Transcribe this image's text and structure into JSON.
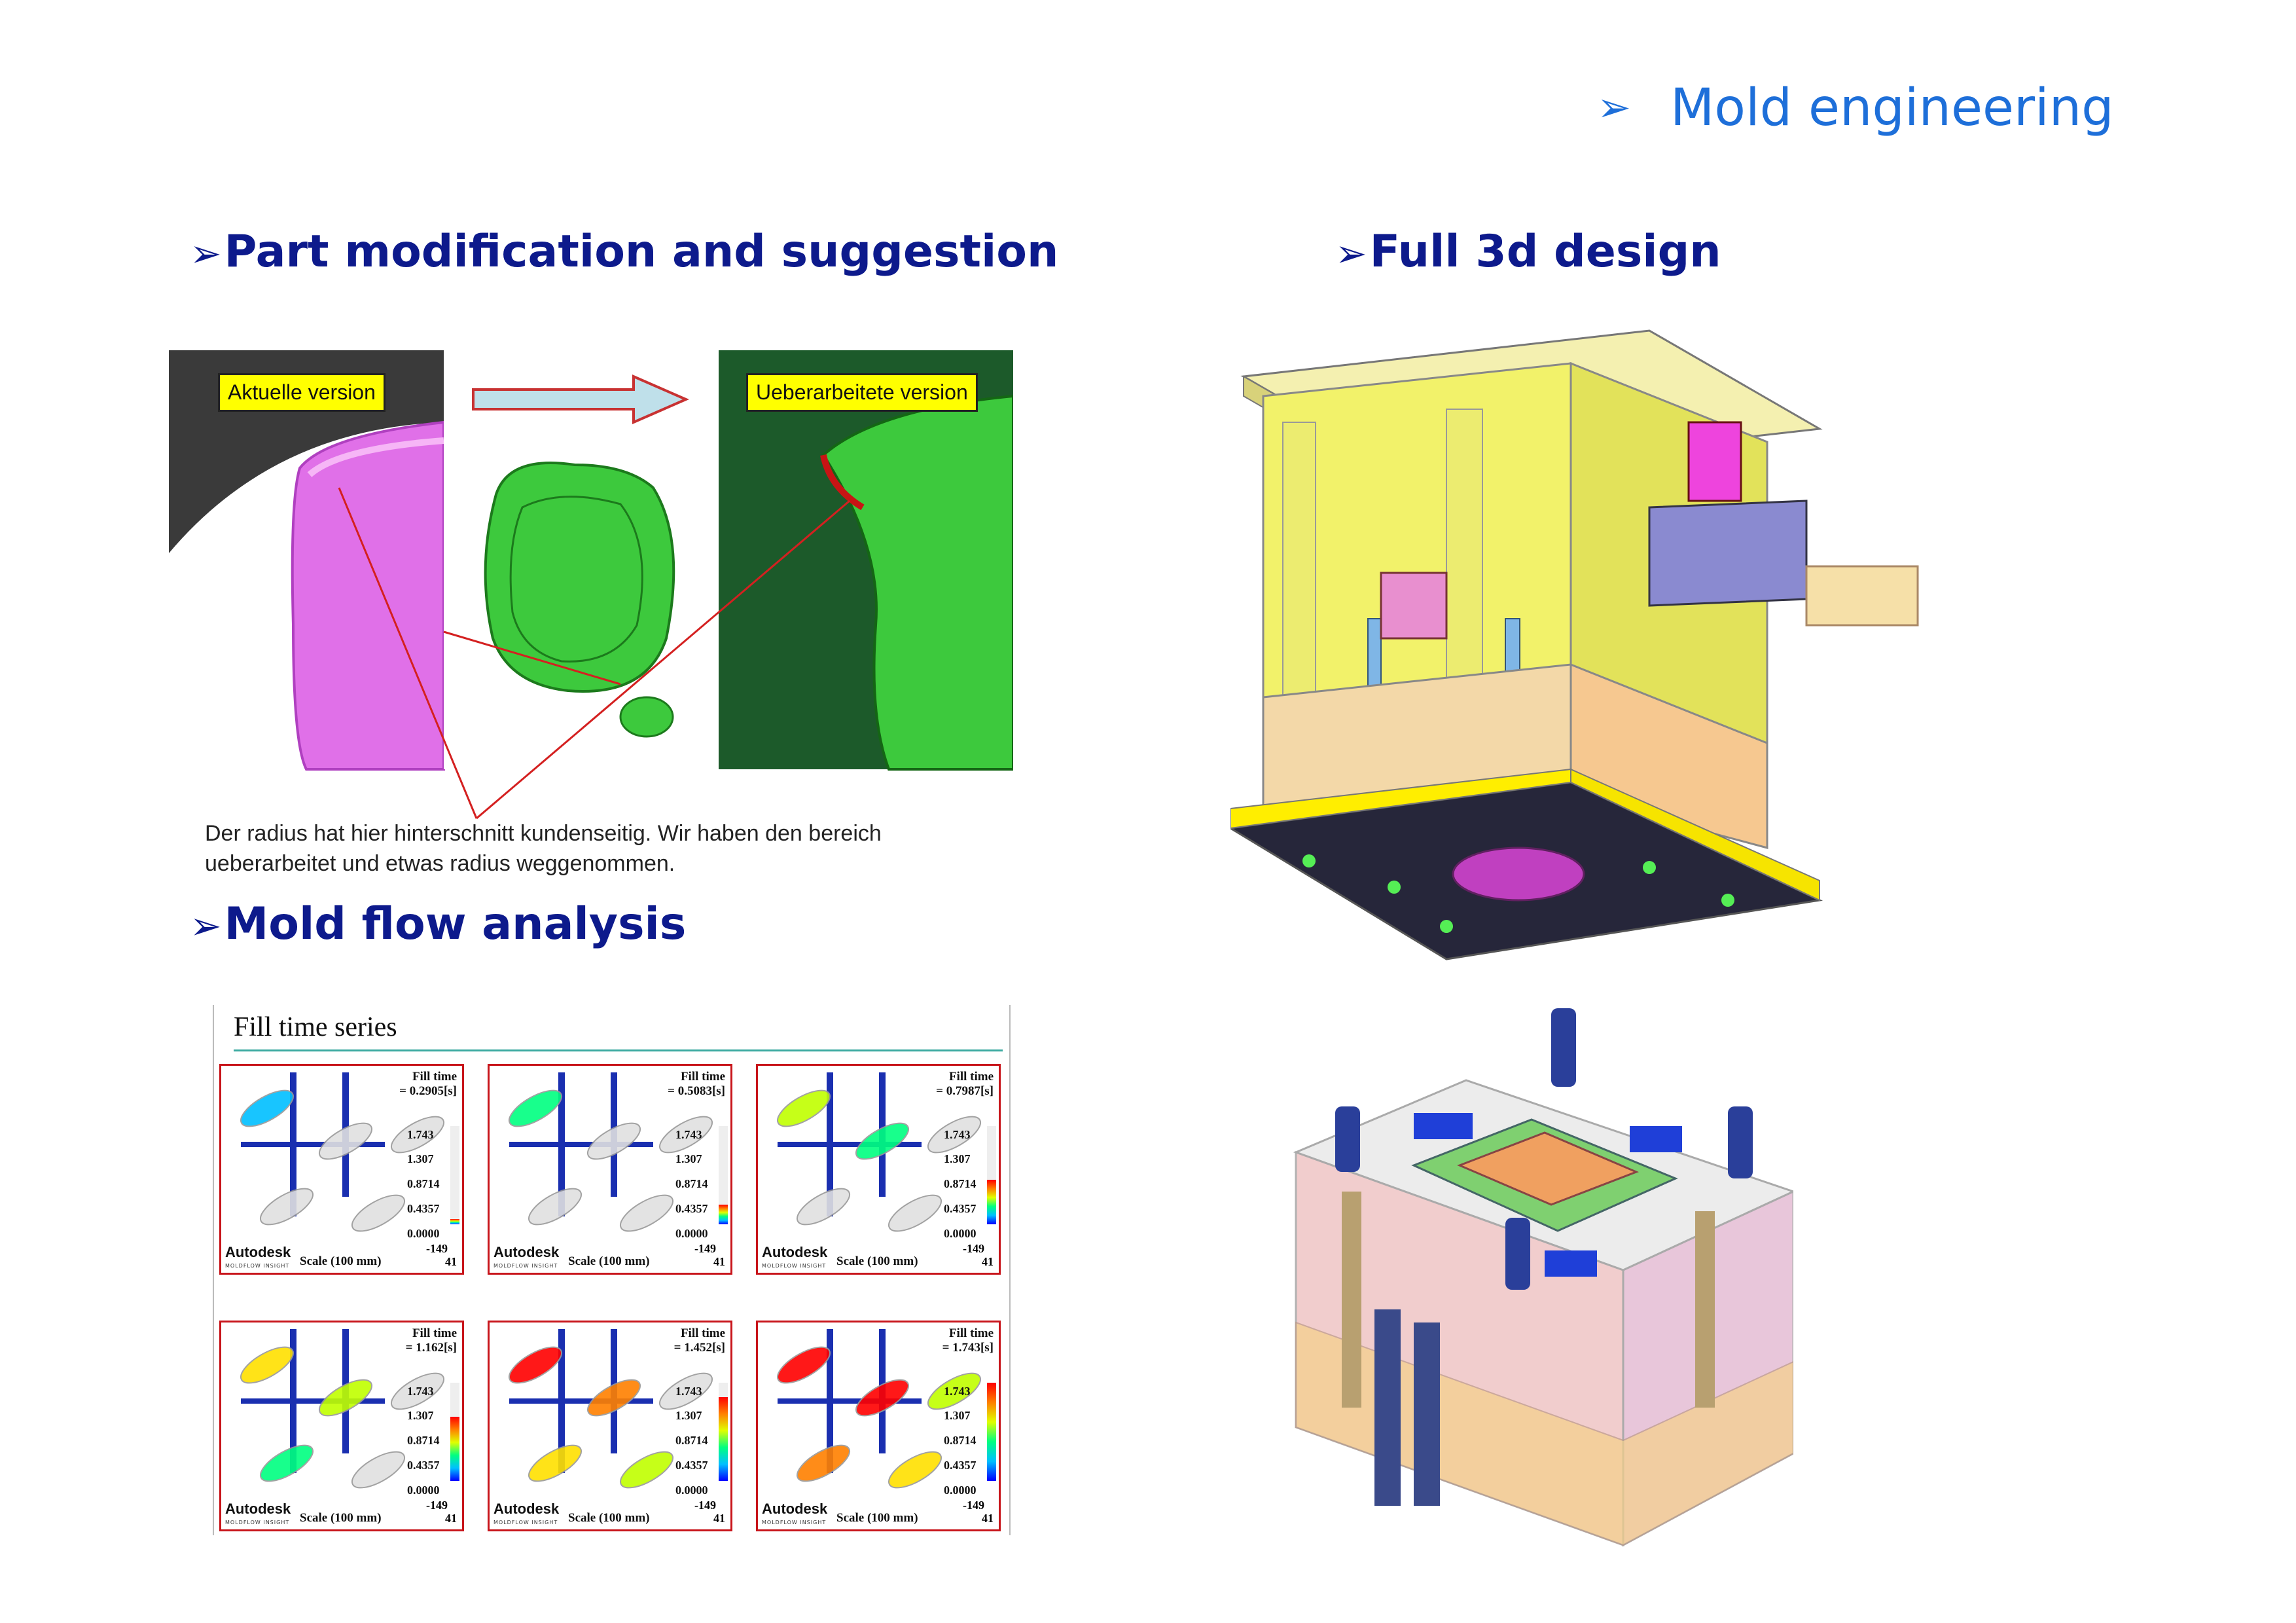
{
  "header": {
    "title": "Mold engineering",
    "arrow": "➢"
  },
  "sections": {
    "part_mod": "Part modification and suggestion",
    "full_3d": "Full 3d design",
    "mold_flow": "Mold flow analysis",
    "arrow": "➢"
  },
  "part_panel": {
    "left_tag": "Aktuelle version",
    "right_tag": "Ueberarbeitete version",
    "caption_line1": "Der radius hat hier hinterschnitt kundenseitig.  Wir haben den bereich",
    "caption_line2": "ueberarbeitet und etwas radius weggenommen.",
    "colors": {
      "old_part": "#e070e8",
      "new_part": "#3dc93d",
      "arrow": "#c83232"
    }
  },
  "fill_series": {
    "title": "Fill time series",
    "fill_label": "Fill time",
    "scale_values": [
      "1.743",
      "1.307",
      "0.8714",
      "0.4357",
      "0.0000"
    ],
    "brand": "Autodesk",
    "brand_sub": "MOLDFLOW INSIGHT",
    "scale_text": "Scale (100 mm)",
    "corner_num1": "-149",
    "corner_num2": "41",
    "cells": [
      {
        "value": "= 0.2905[s]",
        "fill": 0.05
      },
      {
        "value": "= 0.5083[s]",
        "fill": 0.2
      },
      {
        "value": "= 0.7987[s]",
        "fill": 0.45
      },
      {
        "value": "= 1.162[s]",
        "fill": 0.65
      },
      {
        "value": "= 1.452[s]",
        "fill": 0.85
      },
      {
        "value": "= 1.743[s]",
        "fill": 1.0
      }
    ]
  }
}
